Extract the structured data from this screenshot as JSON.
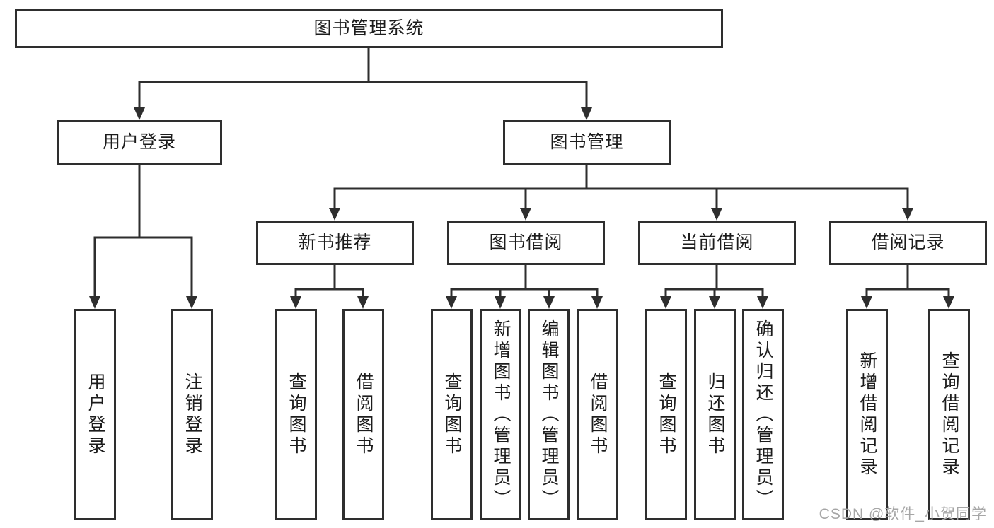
{
  "diagram": {
    "root_label": "图书管理系统",
    "level2": {
      "user_login": "用户登录",
      "book_management": "图书管理"
    },
    "level3": {
      "new_book_recommend": "新书推荐",
      "book_borrow": "图书借阅",
      "current_borrow": "当前借阅",
      "borrow_records": "借阅记录"
    },
    "leaves": {
      "user_login": [
        "用户登录",
        "注销登录"
      ],
      "new_book_recommend": [
        "查询图书",
        "借阅图书"
      ],
      "book_borrow": [
        "查询图书",
        "新增图书（管理员）",
        "编辑图书（管理员）",
        "借阅图书"
      ],
      "current_borrow": [
        "查询图书",
        "归还图书",
        "确认归还（管理员）"
      ],
      "borrow_records": [
        "新增借阅记录",
        "查询借阅记录"
      ]
    }
  },
  "watermark": {
    "text": "CSDN @软件_小贺同学"
  },
  "colors": {
    "line": "#2e2e2e",
    "text": "#1c1c1c",
    "watermark": "#a6a6a6",
    "background": "#ffffff"
  }
}
